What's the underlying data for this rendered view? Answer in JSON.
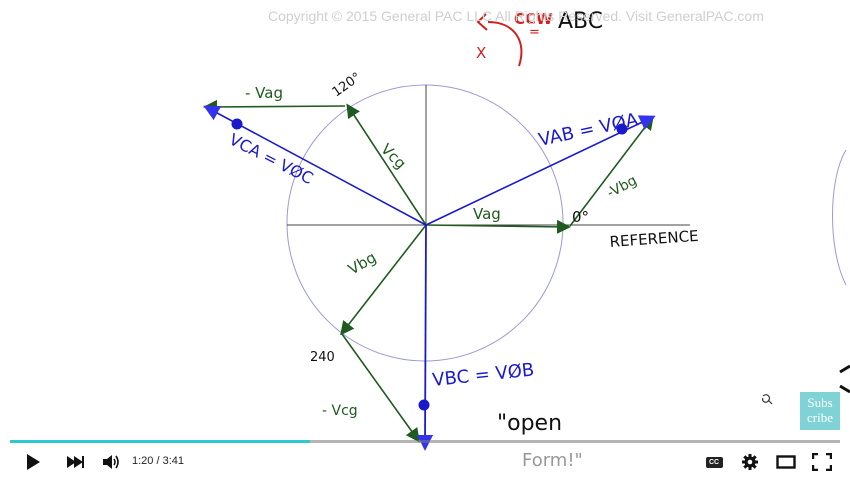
{
  "watermark": {
    "copyright": "Copyright © 2015 General PAC LLC  All Rights Reserved. Visit GeneralPAC.com"
  },
  "annotations": {
    "ccw": "CCW",
    "abc": "ABC",
    "x_mark": "X",
    "v_ag": "Vag",
    "neg_v_ag": "- Vag",
    "v_cg": "Vcg",
    "neg_v_bg": "-Vbg",
    "v_bg": "Vbg",
    "neg_v_cg": "- Vcg",
    "v_ab": "VAB = VØA",
    "v_ca": "VCA = VØC",
    "v_bc": "VBC = VØB",
    "angle_0": "0°",
    "angle_120": "120°",
    "angle_240": "240",
    "reference": "REFERENCE",
    "open": "\"open",
    "form": "Form!\""
  },
  "subscribe": {
    "line1": "Subs",
    "line2": "cribe"
  },
  "player": {
    "progress_percent": 36.1,
    "current_time": "1:20",
    "separator": " / ",
    "duration": "3:41"
  },
  "colors": {
    "blue": "#1a1acc",
    "green": "#1f5a1f",
    "red": "#d21f1f",
    "circle": "#9a9ad8",
    "accent": "#2fc7d3"
  },
  "icons": {
    "play": "play-icon",
    "next": "next-icon",
    "volume": "volume-icon",
    "cc": "captions-icon",
    "settings": "gear-icon",
    "theater": "theater-icon",
    "fullscreen": "fullscreen-icon"
  }
}
